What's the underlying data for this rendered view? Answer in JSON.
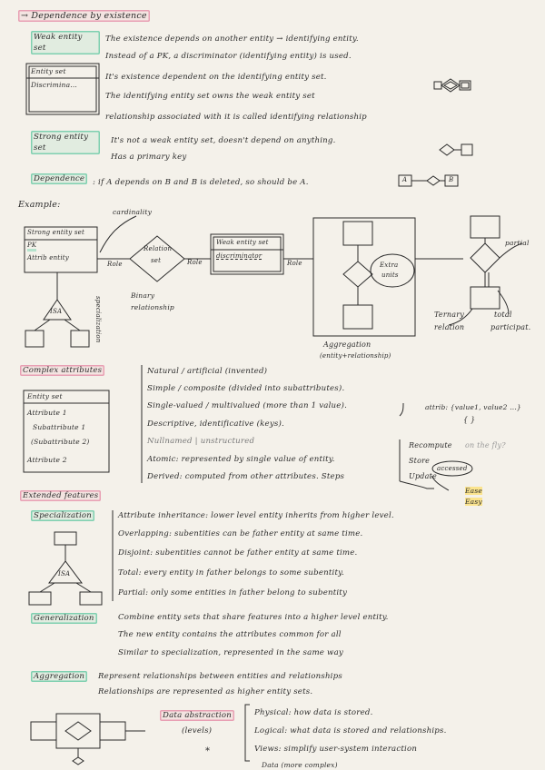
{
  "header": {
    "title": "→ Dependence by existence"
  },
  "weak": {
    "label": "Weak entity set",
    "lines": [
      "The existence depends on another entity → identifying entity.",
      "Instead of a PK, a discriminator (identifying entity) is used.",
      "It's existence dependent on the identifying entity set.",
      "The identifying entity set owns the weak entity set",
      "relationship associated with it is called identifying relationship"
    ],
    "box_title": "Entity set",
    "box_attr": "Discrimina..."
  },
  "strong": {
    "label": "Strong entity set",
    "lines": [
      "It's not a weak entity set, doesn't depend on anything.",
      "Has a primary key"
    ]
  },
  "dependence": {
    "label": "Dependence",
    "text": ": if A depends on B and B is deleted, so should be A.",
    "a": "A",
    "b": "B"
  },
  "example": {
    "title": "Example:",
    "cardinality": "cardinality",
    "strong_box": [
      "Strong entity set",
      "PK",
      "Attrib entity"
    ],
    "role1": "Role",
    "relation": [
      "Relation",
      "set"
    ],
    "role2": "Role",
    "weak_box": [
      "Weak entity set",
      "discriminator"
    ],
    "role3": "Role",
    "binary": [
      "Binary",
      "relationship"
    ],
    "isa": "ISA",
    "specialization": "specialization",
    "extra": [
      "Extra",
      "units"
    ],
    "aggregation": [
      "Aggregation",
      "(entity+relationship)"
    ],
    "partial": "partial",
    "ternary": [
      "Ternary",
      "relation"
    ],
    "total": [
      "total",
      "participat."
    ]
  },
  "complex": {
    "label": "Complex attributes",
    "box_title": "Entity set",
    "box_items": [
      "Attribute 1",
      "Subattribute 1",
      "(Subattribute 2)",
      "Attribute 2"
    ],
    "lines": [
      "Natural / artificial (invented)",
      "Simple / composite (divided into subattributes).",
      "Single-valued / multivalued (more than 1 value).",
      "Descriptive, identificative (keys).",
      "Nullnamed | unstructured",
      "Atomic: represented by single value of entity.",
      "Derived: computed from other attributes. Steps"
    ],
    "attrib": "attrib: {value1, value2 ...}",
    "braces": "{ }",
    "side": [
      "Recompute",
      "on the fly?",
      "Store",
      "Update"
    ],
    "accessed": "accessed",
    "ease": [
      "Ease",
      "Easy"
    ]
  },
  "extended": {
    "label": "Extended features"
  },
  "specialization": {
    "label": "Specialization",
    "isa": "ISA",
    "lines": [
      "Attribute inheritance: lower level entity inherits from higher level.",
      "Overlapping: subentities can be father entity at same time.",
      "Disjoint: subentities cannot be father entity at same time.",
      "Total: every entity in father belongs to some subentity.",
      "Partial: only some entities in father belong to subentity"
    ]
  },
  "generalization": {
    "label": "Generalization",
    "lines": [
      "Combine entity sets that share features into a higher level entity.",
      "The new entity contains the attributes common for all",
      "Similar to specialization, represented in the same way"
    ]
  },
  "aggregation": {
    "label": "Aggregation",
    "lines": [
      "Represent relationships between entities and relationships",
      "Relationships are represented as higher entity sets."
    ]
  },
  "data_abstraction": {
    "label": "Data abstraction",
    "levels": "(levels)",
    "star": "*",
    "lines": [
      "Physical: how data is stored.",
      "Logical: what data is stored and relationships.",
      "Views: simplify user-system interaction"
    ],
    "bottom": "Data (more complex)"
  }
}
